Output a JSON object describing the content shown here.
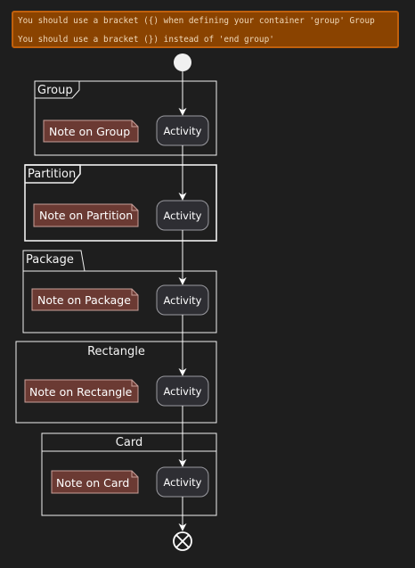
{
  "warning": {
    "line1": "You should use a bracket ({) when defining your container 'group' Group",
    "line2": "You should use a bracket (}) instead of 'end group'"
  },
  "containers": [
    {
      "kind": "group",
      "label": "Group",
      "note": "Note on Group",
      "activity": "Activity"
    },
    {
      "kind": "partition",
      "label": "Partition",
      "note": "Note on Partition",
      "activity": "Activity"
    },
    {
      "kind": "package",
      "label": "Package",
      "note": "Note on Package",
      "activity": "Activity"
    },
    {
      "kind": "rectangle",
      "label": "Rectangle",
      "note": "Note on Rectangle",
      "activity": "Activity"
    },
    {
      "kind": "card",
      "label": "Card",
      "note": "Note on Card",
      "activity": "Activity"
    }
  ],
  "colors": {
    "background": "#1e1e1e",
    "warning_fill": "#8a4300",
    "warning_border": "#c0600c",
    "note_fill": "#6b3a33",
    "activity_fill": "#2e2e33",
    "line": "#ffffff"
  }
}
